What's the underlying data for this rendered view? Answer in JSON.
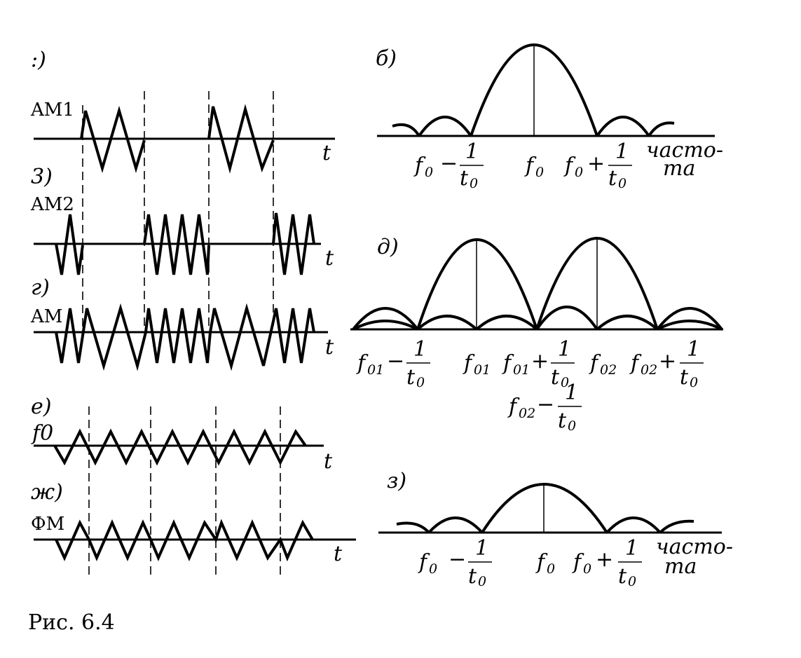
{
  "caption": "Рис. 6.4",
  "time_axis_label": "t",
  "waveforms": [
    {
      "panel_label": ":)",
      "signal_label": "AM1"
    },
    {
      "panel_label": "3)",
      "signal_label": "AM2"
    },
    {
      "panel_label": "г)",
      "signal_label": "AM"
    },
    {
      "panel_label": "е)",
      "signal_label": "f0"
    },
    {
      "panel_label": "ж)",
      "signal_label": "ФМ"
    }
  ],
  "spectra": {
    "b": {
      "panel_label": "б)",
      "labels": {
        "left_f": "f",
        "left_sub": "0",
        "left_op": "−",
        "frac_num": "1",
        "frac_den": "t",
        "frac_den_sub": "0",
        "center_f": "f",
        "center_sub": "0",
        "right_f": "f",
        "right_sub": "0",
        "right_op": "+",
        "rfrac_num": "1",
        "rfrac_den": "t",
        "rfrac_den_sub": "0",
        "axis_line1": "часто-",
        "axis_line2": "та"
      }
    },
    "d": {
      "panel_label": "д)",
      "labels": {
        "l1_f": "f",
        "l1_sub": "01",
        "l1_op": "−",
        "l1_num": "1",
        "l1_den": "t",
        "l1_den_sub": "0",
        "c1_f": "f",
        "c1_sub": "01",
        "m_f": "f",
        "m_sub": "01",
        "m_op": "+",
        "m_num": "1",
        "m_den": "t",
        "m_den_sub": "0",
        "c2_f": "f",
        "c2_sub": "02",
        "r_f": "f",
        "r_sub": "02",
        "r_op": "+",
        "r_num": "1",
        "r_den": "t",
        "r_den_sub": "0",
        "b_f": "f",
        "b_sub": "02",
        "b_op": "−",
        "b_num": "1",
        "b_den": "t",
        "b_den_sub": "0"
      }
    },
    "z": {
      "panel_label": "з)",
      "labels": {
        "left_f": "f",
        "left_sub": "0",
        "left_op": "−",
        "frac_num": "1",
        "frac_den": "t",
        "frac_den_sub": "0",
        "center_f": "f",
        "center_sub": "0",
        "right_f": "f",
        "right_sub": "0",
        "right_op": "+",
        "rfrac_num": "1",
        "rfrac_den": "t",
        "rfrac_den_sub": "0",
        "axis_line1": "часто-",
        "axis_line2": "та"
      }
    }
  }
}
